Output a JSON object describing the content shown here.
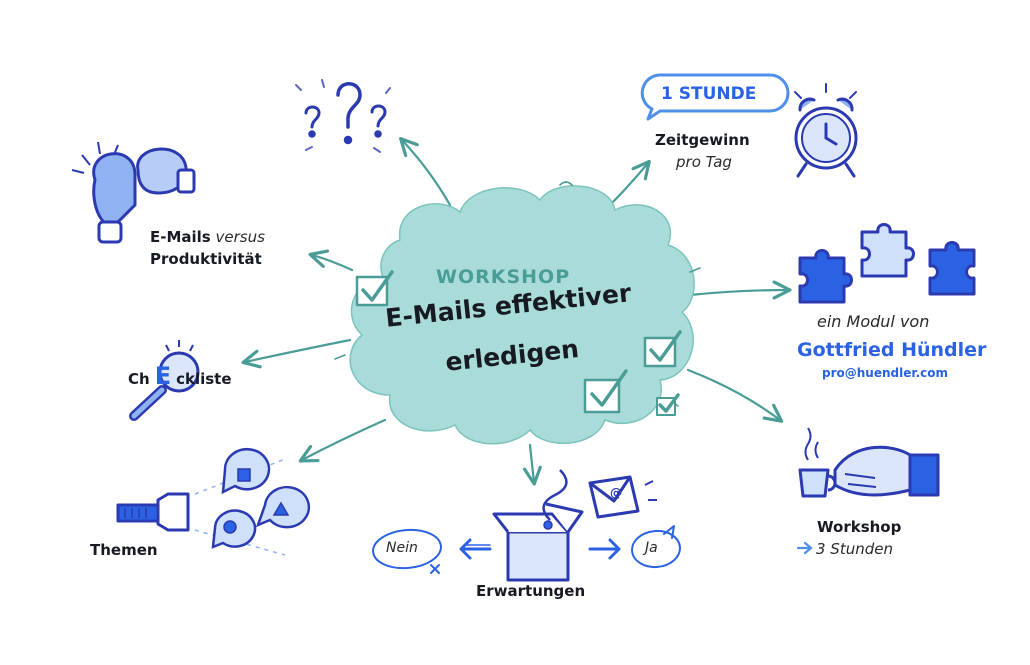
{
  "colors": {
    "cloud": "#a9dcd8",
    "teal": "#4a9c97",
    "blue": "#2b62e3",
    "dark": "#1a1a2e",
    "lightblue": "#8fb2f2"
  },
  "center": {
    "kicker": "WORKSHOP",
    "title_line1": "E-Mails effektiver",
    "title_line2": "erledigen"
  },
  "bubble": {
    "text": "1 STUNDE"
  },
  "zeitgewinn": {
    "title": "Zeitgewinn",
    "sub": "pro Tag"
  },
  "emails": {
    "word1": "E-Mails",
    "word2": "versus",
    "word3": "Produktivität"
  },
  "modul": {
    "prefix": "ein Modul von",
    "name": "Gottfried Hündler",
    "email": "pro@huendler.com"
  },
  "checkliste": {
    "pre": "Ch",
    "mid": "E",
    "post": "ckliste"
  },
  "themen": {
    "label": "Themen"
  },
  "erwartungen": {
    "label": "Erwartungen",
    "nein": "Nein",
    "ja": "Ja"
  },
  "workshop": {
    "title": "Workshop",
    "sub": "3 Stunden"
  },
  "icons": [
    "question-marks-icon",
    "boxing-gloves-icon",
    "alarm-clock-icon",
    "puzzle-pieces-icon",
    "magnifier-icon",
    "megaphone-icon",
    "speech-bubbles-icon",
    "gift-box-icon",
    "envelope-icon",
    "coffee-cup-icon",
    "handshake-hand-icon",
    "checkmark-icon"
  ]
}
